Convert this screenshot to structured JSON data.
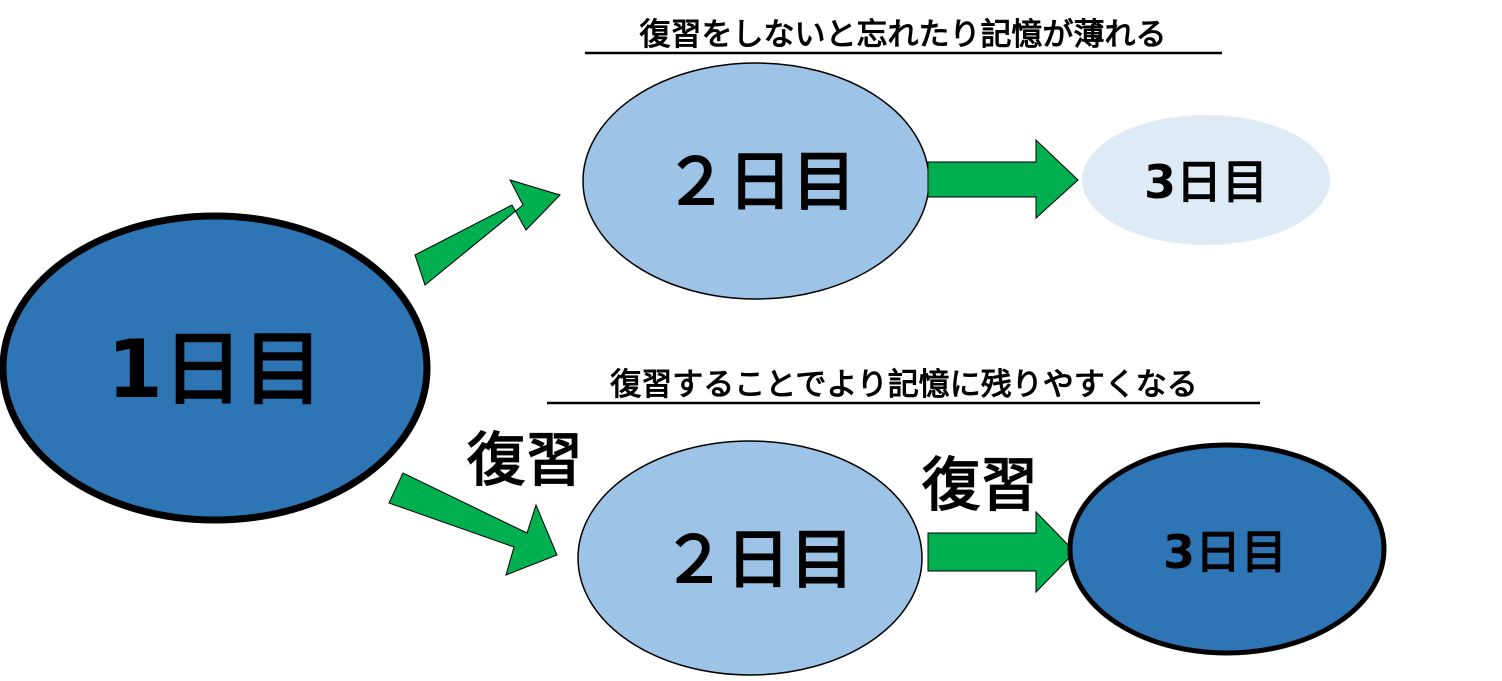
{
  "headings": {
    "top": "復習をしないと忘れたり記憶が薄れる",
    "bottom": "復習することでより記憶に残りやすくなる"
  },
  "nodes": {
    "day1": "1日目",
    "top_day2": "２日目",
    "top_day3": "3日目",
    "bottom_day2": "２日目",
    "bottom_day3": "3日目"
  },
  "review_labels": {
    "first": "復習",
    "second": "復習"
  },
  "colors": {
    "dark_blue": "#2E75B6",
    "mid_blue": "#9DC3E6",
    "pale_blue": "#DEEBF7",
    "arrow_green": "#00B050",
    "outline": "#000000"
  }
}
